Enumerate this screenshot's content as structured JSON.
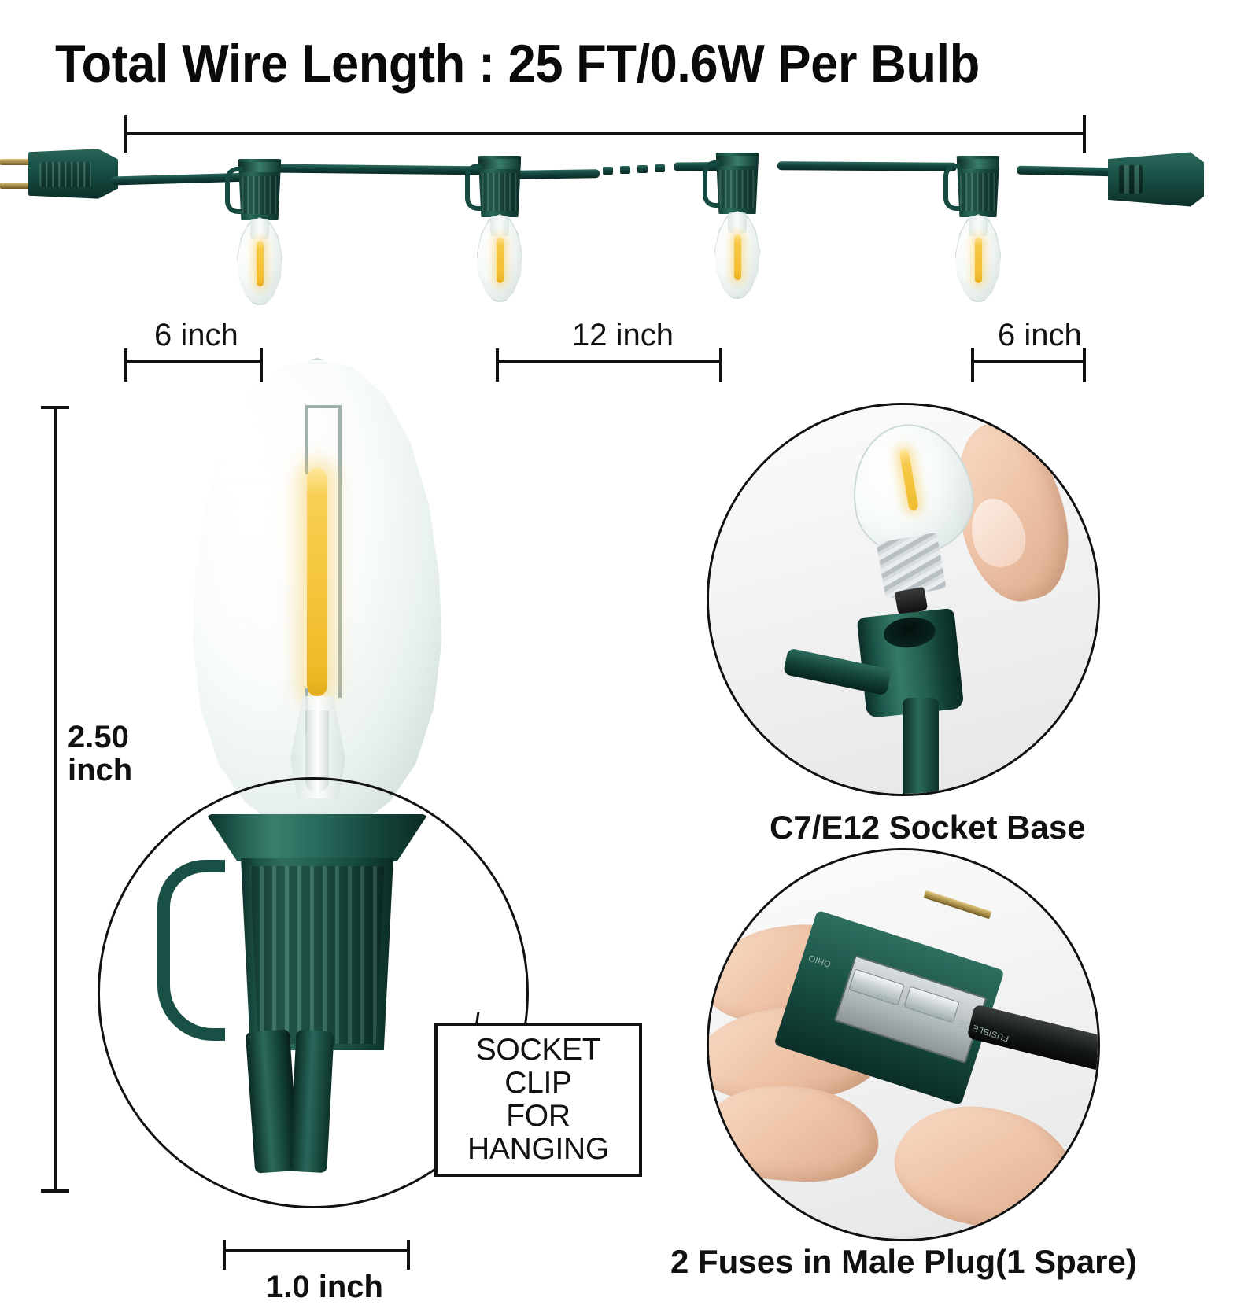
{
  "title": "Total Wire Length : 25 FT/0.6W Per Bulb",
  "dimensions": {
    "spacing_first": "6 inch",
    "spacing_middle": "12 inch",
    "spacing_last": "6 inch",
    "bulb_height": "2.50",
    "bulb_height_unit": "inch",
    "socket_width": "1.0 inch"
  },
  "callouts": {
    "socket_clip_line1": "SOCKET CLIP",
    "socket_clip_line2": "FOR HANGING",
    "socket_base": "C7/E12 Socket Base",
    "fuses": "2 Fuses in Male Plug(1 Spare)"
  },
  "colors": {
    "socket_green": "#184f44",
    "filament_amber": "#f5c63c",
    "line_black": "#111111",
    "background": "#ffffff"
  },
  "product": {
    "total_length": "25 FT",
    "watt_per_bulb": "0.6W",
    "bulb_base": "C7/E12",
    "bulb_height_in": 2.5,
    "socket_width_in": 1.0,
    "lead_spacing_in": 6,
    "bulb_spacing_in": 12,
    "fuse_count": 2,
    "spare_fuse_count": 1
  }
}
